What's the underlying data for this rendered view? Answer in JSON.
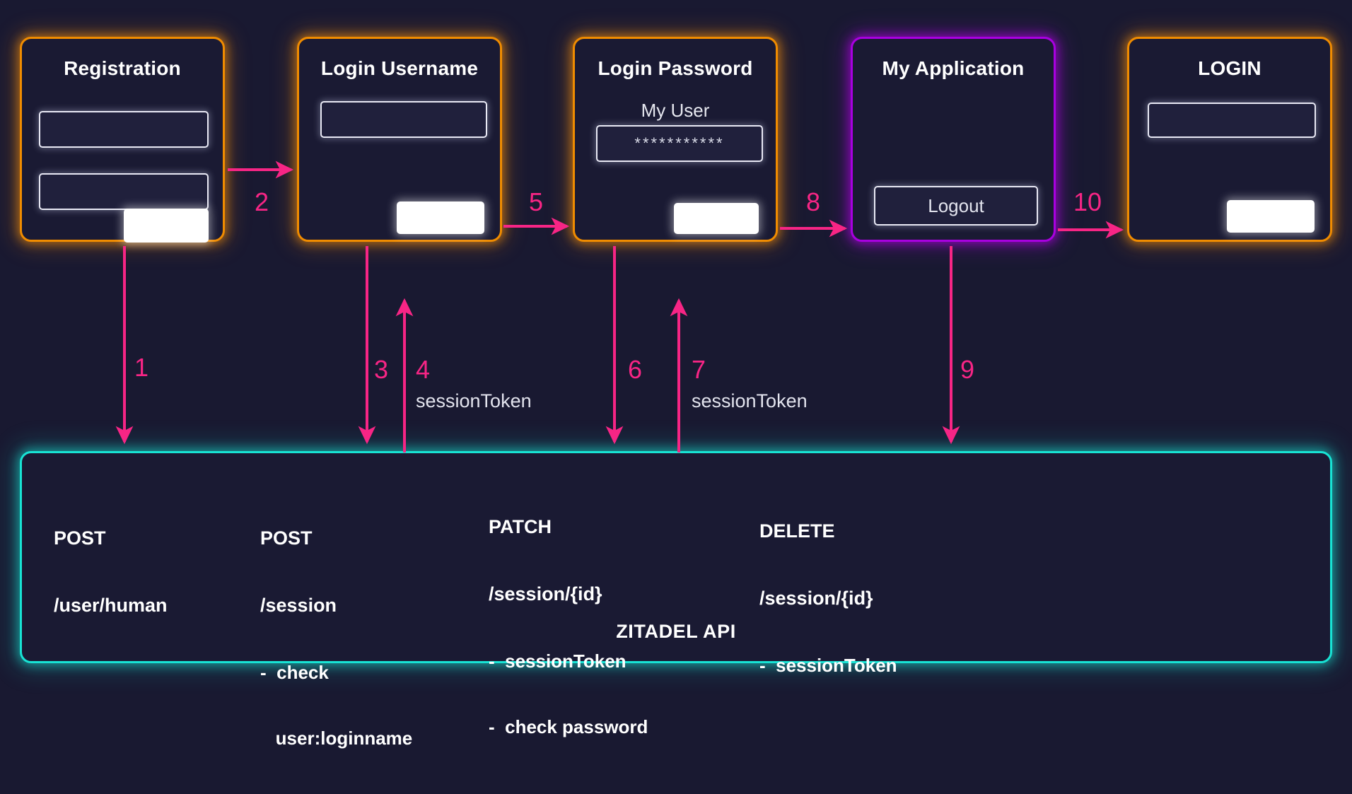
{
  "theme": {
    "background": "#191931",
    "card_background": "#1a1a33",
    "orange_border": "#f08c00",
    "purple_border": "#a800e0",
    "teal_border": "#18e3d4",
    "arrow_pink": "#f72585",
    "text_white": "#ffffff"
  },
  "cards": [
    {
      "id": "registration",
      "title": "Registration",
      "accent": "orange",
      "fields": [
        "",
        ""
      ],
      "button_label": ""
    },
    {
      "id": "login-username",
      "title": "Login Username",
      "accent": "orange",
      "fields": [
        ""
      ],
      "button_label": ""
    },
    {
      "id": "login-password",
      "title": "Login Password",
      "accent": "orange",
      "user_label": "My User",
      "password_value": "***********",
      "button_label": ""
    },
    {
      "id": "my-application",
      "title": "My Application",
      "accent": "purple",
      "logout_label": "Logout"
    },
    {
      "id": "login",
      "title": "LOGIN",
      "accent": "orange",
      "fields": [
        ""
      ],
      "button_label": ""
    }
  ],
  "api_panel": {
    "footer": "ZITADEL API",
    "blocks": [
      {
        "id": "post-user-human",
        "method": "POST",
        "path": "/user/human",
        "items": []
      },
      {
        "id": "post-session",
        "method": "POST",
        "path": "/session",
        "items": [
          "-  check",
          "   user:loginname"
        ]
      },
      {
        "id": "patch-session",
        "method": "PATCH",
        "path": "/session/{id}",
        "items": [
          "-  sessionToken",
          "-  check password"
        ]
      },
      {
        "id": "delete-session",
        "method": "DELETE",
        "path": "/session/{id}",
        "items": [
          "-  sessionToken"
        ]
      }
    ]
  },
  "arrows": [
    {
      "id": "step-1",
      "number": "1",
      "note": "",
      "direction": "down",
      "from": "registration",
      "to": "api-panel"
    },
    {
      "id": "step-2",
      "number": "2",
      "note": "",
      "direction": "right",
      "from": "registration",
      "to": "login-username"
    },
    {
      "id": "step-3",
      "number": "3",
      "note": "",
      "direction": "down",
      "from": "login-username",
      "to": "api-panel"
    },
    {
      "id": "step-4",
      "number": "4",
      "note": "sessionToken",
      "direction": "up",
      "from": "api-panel",
      "to": "login-username"
    },
    {
      "id": "step-5",
      "number": "5",
      "note": "",
      "direction": "right",
      "from": "login-username",
      "to": "login-password"
    },
    {
      "id": "step-6",
      "number": "6",
      "note": "",
      "direction": "down",
      "from": "login-password",
      "to": "api-panel"
    },
    {
      "id": "step-7",
      "number": "7",
      "note": "sessionToken",
      "direction": "up",
      "from": "api-panel",
      "to": "login-password"
    },
    {
      "id": "step-8",
      "number": "8",
      "note": "",
      "direction": "right",
      "from": "login-password",
      "to": "my-application"
    },
    {
      "id": "step-9",
      "number": "9",
      "note": "",
      "direction": "down",
      "from": "my-application",
      "to": "api-panel"
    },
    {
      "id": "step-10",
      "number": "10",
      "note": "",
      "direction": "right",
      "from": "my-application",
      "to": "login"
    }
  ]
}
